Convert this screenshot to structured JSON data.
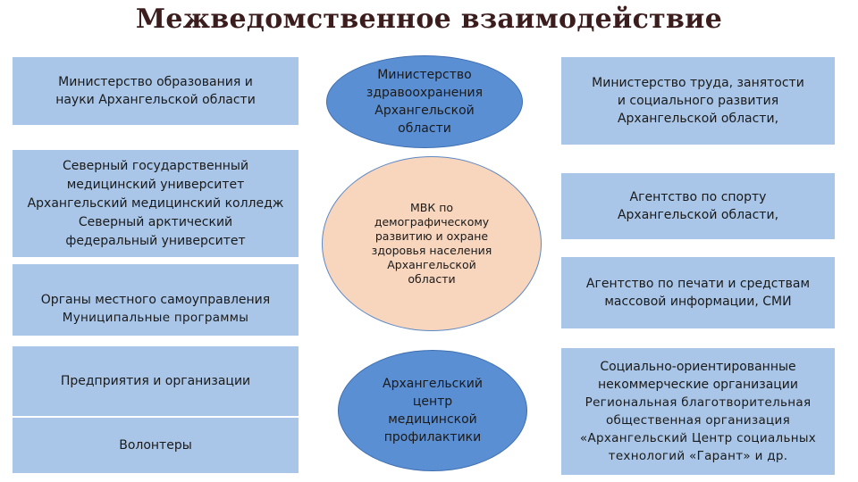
{
  "title": "Межведомственное взаимодействие",
  "left": {
    "edu_ministry": [
      "Министерство образования и",
      "науки Архангельской области"
    ],
    "universities": [
      "Северный государственный",
      "медицинский университет",
      "Архангельский медицинский колледж",
      "Северный арктический",
      "федеральный университет"
    ],
    "local_gov": {
      "title": "Органы местного самоуправления",
      "subtitle": "Муниципальные программы"
    },
    "enterprises": "Предприятия и организации",
    "volunteers": "Волонтеры"
  },
  "center": {
    "health_ministry": [
      "Министерство",
      "здравоохранения",
      "Архангельской",
      "области"
    ],
    "mvk": [
      "МВК по",
      "демографическому",
      "развитию и охране",
      "здоровья населения",
      "Архангельской",
      "области"
    ],
    "prevention_center": [
      "Архангельский",
      "центр",
      "медицинской",
      "профилактики"
    ]
  },
  "right": {
    "labor_ministry": [
      "Министерство труда, занятости",
      "и социального развития",
      "Архангельской области,"
    ],
    "sport_agency": [
      "Агентство по спорту",
      "Архангельской области,"
    ],
    "press_agency": [
      "Агентство по печати и средствам",
      "массовой информации, СМИ"
    ],
    "nko": {
      "title": [
        "Социально-ориентированные",
        "некоммерческие организации"
      ],
      "details": [
        "Региональная благотворительная",
        "общественная организация",
        "«Архангельский Центр социальных",
        "технологий «Гарант» и др."
      ]
    }
  }
}
